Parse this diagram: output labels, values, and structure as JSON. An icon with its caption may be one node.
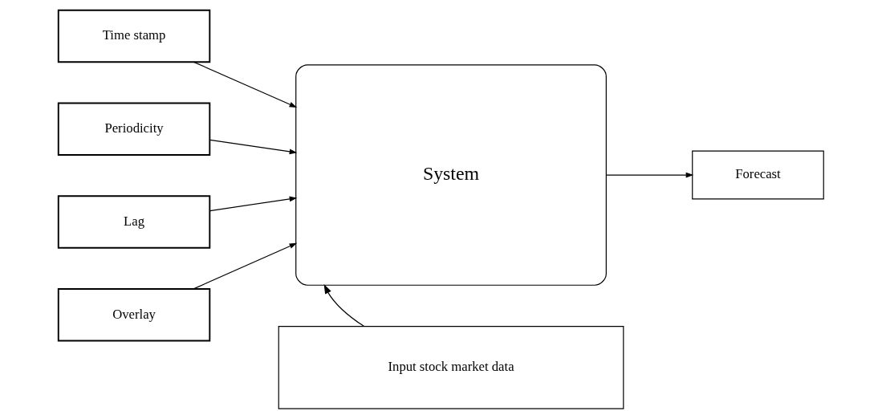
{
  "diagram": {
    "nodes": [
      {
        "text": [
          "Time stamp"
        ]
      },
      {
        "text": [
          "Periodicity"
        ]
      },
      {
        "text": [
          "Lag"
        ]
      },
      {
        "text": [
          "Overlay"
        ]
      },
      {
        "text": [
          "System"
        ]
      },
      {
        "text": [
          "Forecast"
        ]
      },
      {
        "text": [
          "Input stock market data"
        ]
      }
    ],
    "edges": [
      {
        "from": 0,
        "to": 4,
        "arrow": "to"
      },
      {
        "from": 1,
        "to": 4,
        "arrow": "to"
      },
      {
        "from": 2,
        "to": 4,
        "arrow": "to"
      },
      {
        "from": 3,
        "to": 4,
        "arrow": "to"
      },
      {
        "from": 4,
        "to": 5,
        "arrow": "to"
      },
      {
        "from": 6,
        "to": 4,
        "arrow": "to"
      }
    ]
  }
}
